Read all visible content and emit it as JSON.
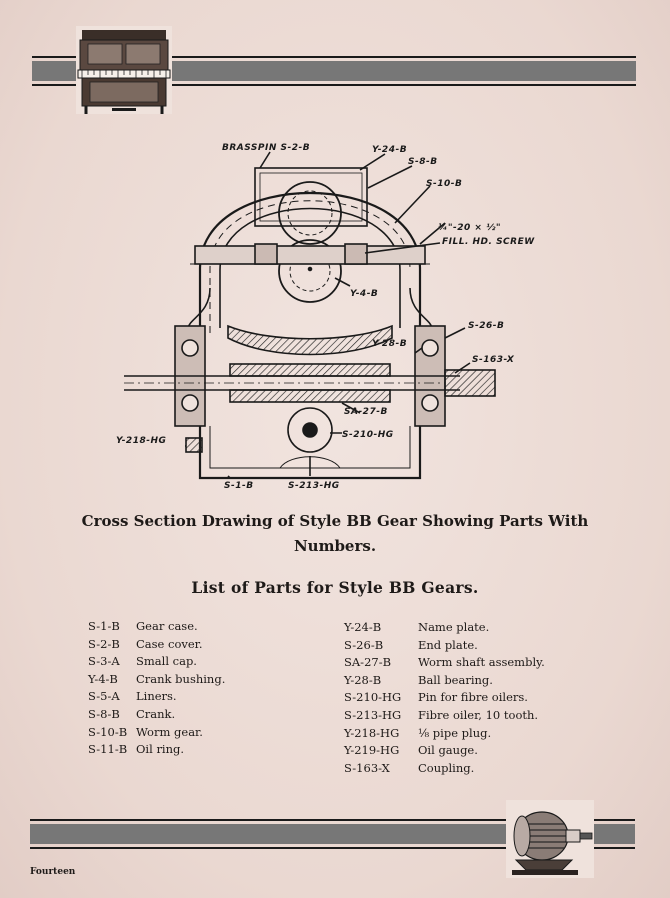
{
  "drawing": {
    "labels": {
      "brass_pin": "BRASSPIN S-2-B",
      "y24": "Y-24-B",
      "s8": "S-8-B",
      "s10": "S-10-B",
      "screw_size": "¼\"-20 × ½\"",
      "screw_name": "FILL. HD. SCREW",
      "y4": "Y-4-B",
      "s26": "S-26-B",
      "y28": "Y-28-B",
      "s163": "S-163-X",
      "sa27": "SA-27-B",
      "s210": "S-210-HG",
      "y218": "Y-218-HG",
      "s1": "S-1-B",
      "s213": "S-213-HG"
    }
  },
  "caption": {
    "line1": "Cross Section Drawing of Style BB Gear Showing Parts With",
    "line2": "Numbers."
  },
  "parts_heading": "List of Parts for Style BB Gears.",
  "parts_left": [
    {
      "number": "S-1-B",
      "name": "Gear case."
    },
    {
      "number": "S-2-B",
      "name": "Case cover."
    },
    {
      "number": "S-3-A",
      "name": "Small cap."
    },
    {
      "number": "Y-4-B",
      "name": "Crank bushing."
    },
    {
      "number": "S-5-A",
      "name": "Liners."
    },
    {
      "number": "S-8-B",
      "name": "Crank."
    },
    {
      "number": "S-10-B",
      "name": "Worm gear."
    },
    {
      "number": "S-11-B",
      "name": "Oil ring."
    }
  ],
  "parts_right": [
    {
      "number": "Y-24-B",
      "name": "Name plate."
    },
    {
      "number": "S-26-B",
      "name": "End plate."
    },
    {
      "number": "SA-27-B",
      "name": "Worm shaft assembly."
    },
    {
      "number": "Y-28-B",
      "name": "Ball bearing."
    },
    {
      "number": "S-210-HG",
      "name": "Pin for fibre oilers."
    },
    {
      "number": "S-213-HG",
      "name": "Fibre oiler, 10 tooth."
    },
    {
      "number": "Y-218-HG",
      "name": "⅛ pipe plug."
    },
    {
      "number": "Y-219-HG",
      "name": "Oil gauge."
    },
    {
      "number": "S-163-X",
      "name": "Coupling."
    }
  ],
  "page_number": "Fourteen"
}
